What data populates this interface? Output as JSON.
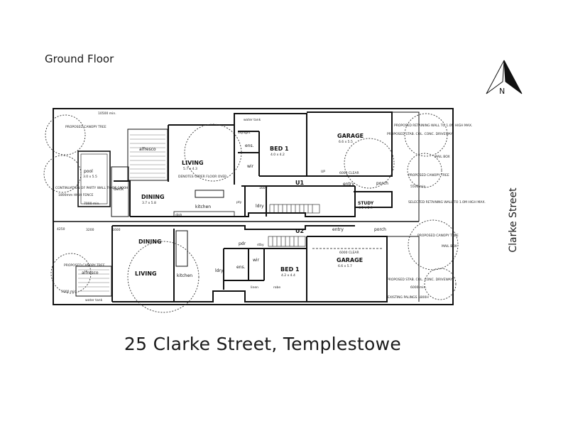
{
  "header": {
    "title": "Ground Floor"
  },
  "footer": {
    "address": "25 Clarke Street, Templestowe"
  },
  "street_label": "Clarke Street",
  "north_label": "N",
  "units": {
    "u1": "U1",
    "u2": "U2"
  },
  "rooms": {
    "u1": {
      "alfresco": "alfresco",
      "pool": "pool",
      "pool_dim": "3.0 x 5.5",
      "deck": "deck",
      "dining": "DINING",
      "dining_dim": "3.7 x 5.8",
      "living": "LIVING",
      "living_dim": "5.7 x 4.3",
      "kitchen": "kitchen",
      "pty": "pty",
      "ldry": "ldry",
      "ens": "ens.",
      "wir": "wir",
      "bed1": "BED 1",
      "bed1_dim": "4.0 x 4.2",
      "garage": "GARAGE",
      "garage_dim": "6.6 x 5.5",
      "garage_clear": "6000 CLEAR",
      "entry": "entry",
      "porch": "porch",
      "study": "STUDY",
      "study_dim": "4.1 x 2.9"
    },
    "u2": {
      "dining": "DINING",
      "living": "LIVING",
      "kitchen": "kitchen",
      "alfresco": "alfresco",
      "pdr": "pdr",
      "stby": "stby",
      "wir": "wir",
      "ens": "ens.",
      "ldry": "ldry",
      "bed1": "BED 1",
      "bed1_dim": "4.2 x 4.4",
      "garage": "GARAGE",
      "garage_dim": "6.6 x 5.7",
      "garage_clear": "6000 CLEAR",
      "entry": "entry",
      "porch": "porch"
    }
  },
  "annotations": {
    "water_tank_top": "water tank",
    "water_tank_bottom": "water tank",
    "dim_10500": "10500 min.",
    "dim_5500": "5500 min.",
    "dim_7000": "7000 min.",
    "dim_3200": "3200",
    "dim_1600_a": "1600",
    "dim_1600_b": "1600",
    "dim_5000": "5000 min.",
    "dim_6000": "6000 min.",
    "dim_4250": "4250",
    "denotes_upper": "DENOTES UPPER FLOOR OVER",
    "existing_palings": "EXISTING PALINGS 1800H",
    "proposed_canopy_1": "PROPOSED CANOPY TREE",
    "proposed_canopy_2": "PROPOSED CANOPY TREE",
    "proposed_canopy_3": "PROPOSED CANOPY TREE",
    "proposed_driveway_1": "PROPOSED STAB. COL. CONC. DRIVEWAY",
    "proposed_driveway_2": "PROPOSED STAB. COL. CONC. DRIVEWAY",
    "retaining_wall_1": "PROPOSED RETAINING WALL TO 1.0M HIGH MAX.",
    "retaining_wall_2": "SELECTED RETAINING WALL TO 1.0M HIGH MAX.",
    "mail_box_1": "MAIL BOX",
    "mail_box_2": "MAIL BOX",
    "pool_note": "CONTINUATION OF PARTY WALL TO BE 1800H",
    "fence_note": "1800mm HIGH FENCE",
    "alfresco_note": "PROPOSED CANOPY TREE",
    "stairs_up": "UP",
    "linen": "linen",
    "dish": "dish",
    "ens_note": "skylight",
    "robe": "robe"
  },
  "colors": {
    "line": "#1a1a1a",
    "hatch": "#777777",
    "background": "#ffffff"
  },
  "icons": [
    "north-arrow-icon",
    "tree-canopy-icon"
  ]
}
